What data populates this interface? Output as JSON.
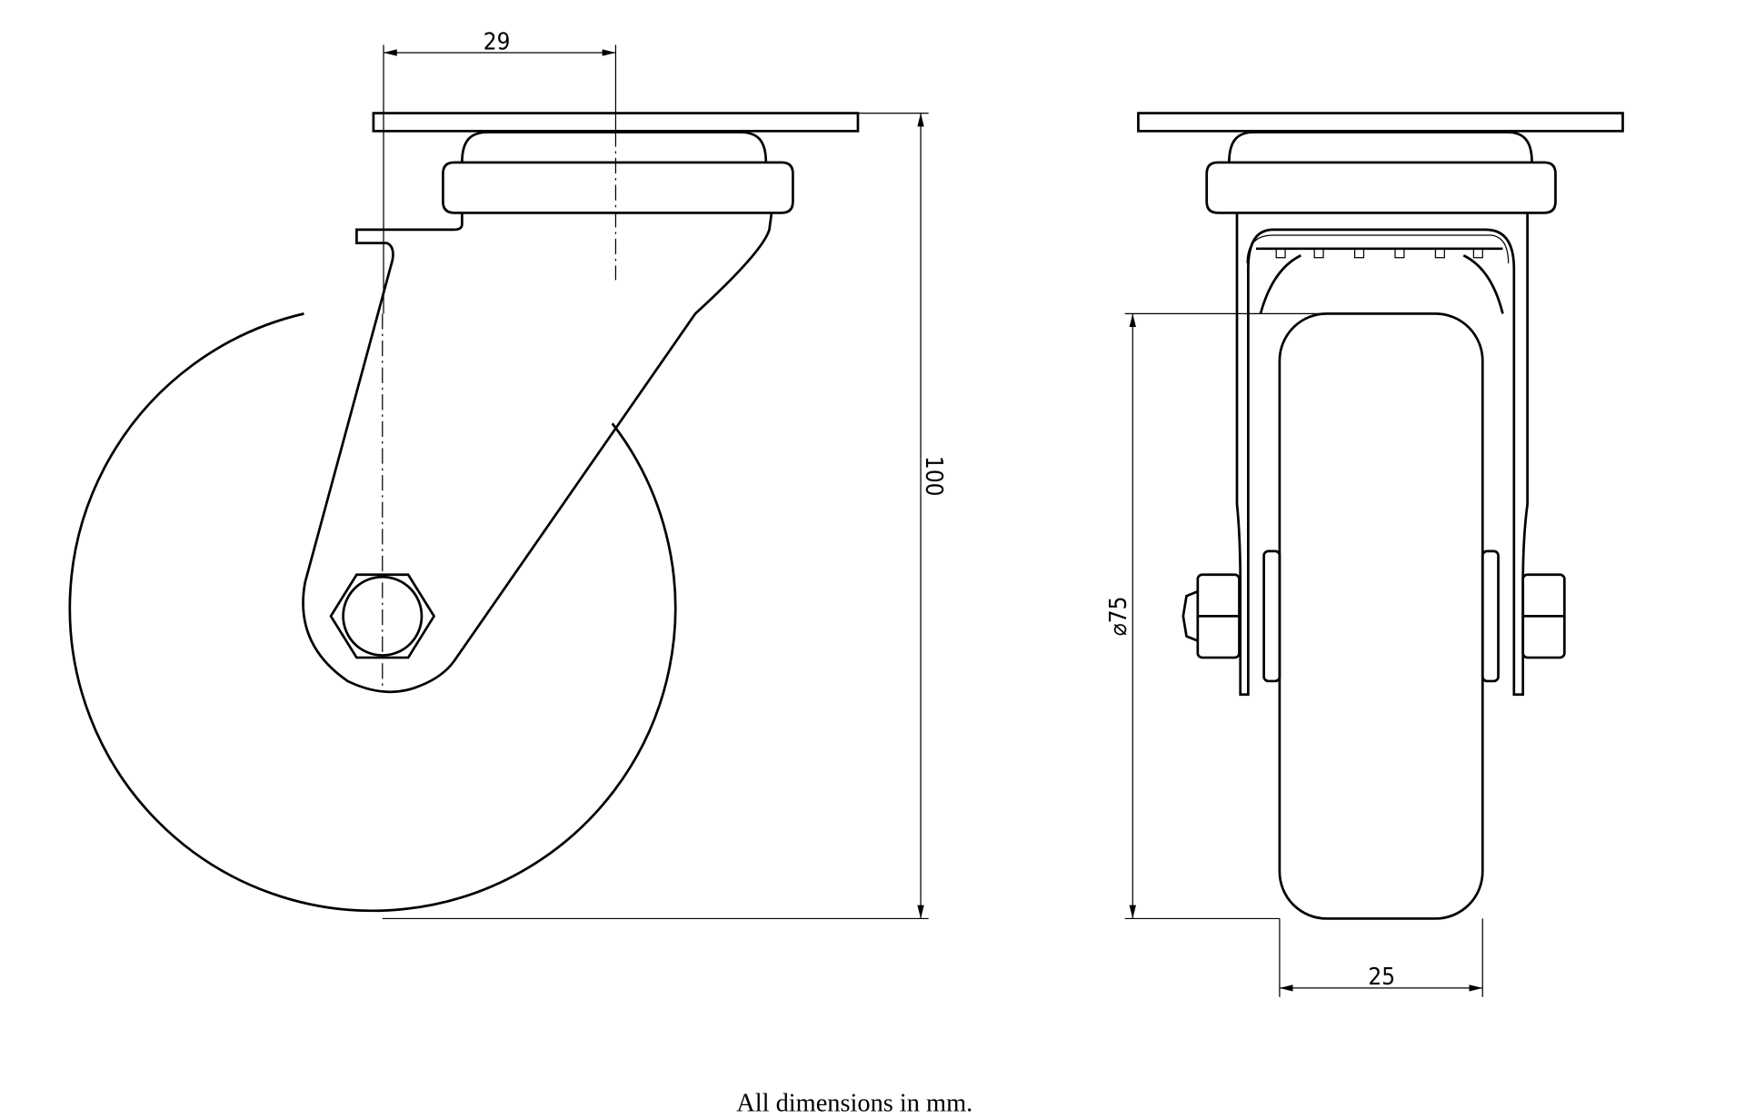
{
  "dimensions": {
    "offset": "29",
    "height": "100",
    "wheel_diameter": "⌀75",
    "wheel_width": "25"
  },
  "caption": "All dimensions in mm.",
  "colors": {
    "line": "#000000",
    "background": "#ffffff"
  }
}
